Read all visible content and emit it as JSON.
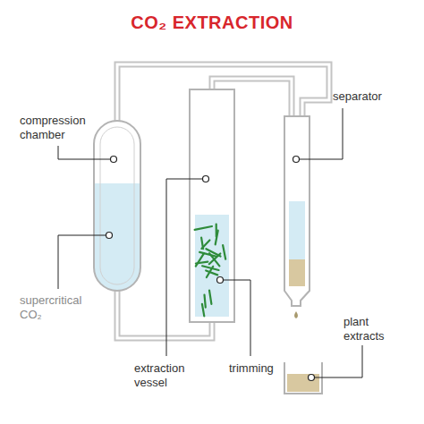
{
  "diagram": {
    "title": "CO₂ EXTRACTION",
    "labels": [
      "compression chamber",
      "separator",
      "supercritical CO₂",
      "trimming",
      "plant extracts",
      "extraction vessel"
    ]
  }
}
